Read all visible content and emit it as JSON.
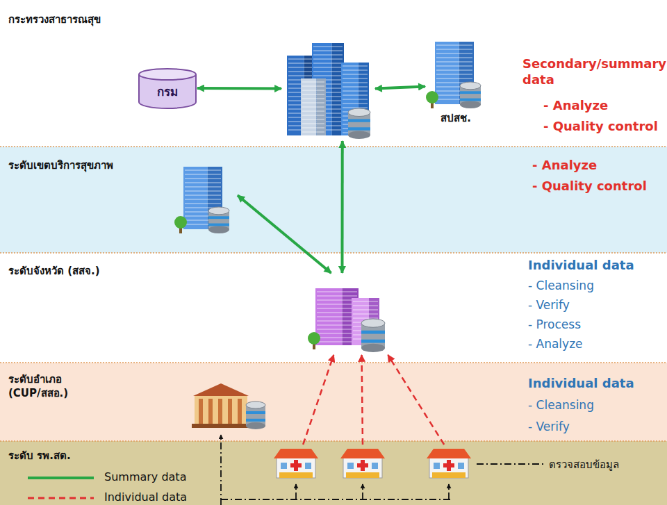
{
  "diagram": {
    "nodes": [
      {
        "text": [
          "กระทรวงสาธารณสุข",
          "Secondary/summary data",
          "- Analyze",
          "- Quality control"
        ]
      },
      {
        "text": [
          "กรม"
        ],
        "in": 0
      },
      {
        "text": [],
        "in": 0
      },
      {
        "text": [
          "สปสช."
        ],
        "in": 0
      },
      {
        "text": [
          "ระดับเขตบริการสุขภาพ",
          "- Analyze",
          "- Quality control"
        ]
      },
      {
        "text": [],
        "in": 4
      },
      {
        "text": [
          "ระดับจังหวัด (สสจ.)",
          "Individual data",
          "- Cleansing",
          "- Verify",
          "- Process",
          "- Analyze"
        ]
      },
      {
        "text": [],
        "in": 6
      },
      {
        "text": [
          "ระดับอำเภอ (CUP/สสอ.)",
          "Individual data",
          "- Cleansing",
          "- Verify"
        ]
      },
      {
        "text": [],
        "in": 8
      },
      {
        "text": [
          "ระดับ รพ.สต."
        ]
      },
      {
        "text": [],
        "in": 10
      },
      {
        "text": [],
        "in": 10
      },
      {
        "text": [],
        "in": 10
      }
    ],
    "edges": [
      {
        "from": 1,
        "to": 2,
        "arrow": "both"
      },
      {
        "from": 2,
        "to": 3,
        "arrow": "both"
      },
      {
        "from": 2,
        "to": 7,
        "arrow": "both"
      },
      {
        "from": 5,
        "to": 7,
        "arrow": "both"
      },
      {
        "from": 11,
        "to": 7,
        "arrow": "to"
      },
      {
        "from": 12,
        "to": 7,
        "arrow": "to"
      },
      {
        "from": 13,
        "to": 7,
        "arrow": "to"
      }
    ],
    "labels": [
      "ตรวจสอบข้อมูล"
    ],
    "legend": [
      {
        "text": "Summary data"
      },
      {
        "text": "Individual data"
      }
    ]
  }
}
